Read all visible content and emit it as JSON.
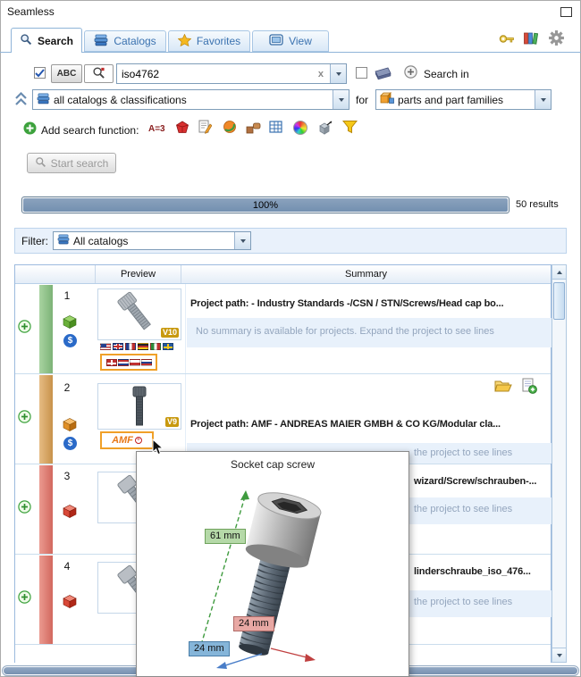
{
  "window": {
    "title": "Seamless"
  },
  "tabs": {
    "search": "Search",
    "catalogs": "Catalogs",
    "favorites": "Favorites",
    "view": "View"
  },
  "search": {
    "abc": "ABC",
    "query": "iso4762",
    "clear": "x",
    "search_in": "Search in"
  },
  "scopes": {
    "catalogs": "all catalogs & classifications",
    "for_label": "for",
    "parts": "parts and part families"
  },
  "functions": {
    "label": "Add search function:",
    "a3": "A=3"
  },
  "actions": {
    "start": "Start search"
  },
  "progress": {
    "percent": "100%",
    "results": "50 results"
  },
  "filter": {
    "label": "Filter:",
    "value": "All catalogs"
  },
  "table": {
    "preview": "Preview",
    "summary": "Summary"
  },
  "rows": [
    {
      "num": "1",
      "version": "V10",
      "badge": "$",
      "path": "Project path: - Industry Standards -/CSN / STN/Screws/Head cap bo...",
      "note": "No summary is available for projects. Expand the project to see lines"
    },
    {
      "num": "2",
      "version": "V9",
      "badge": "$",
      "logo": "AMF",
      "path": "Project path: AMF - ANDREAS MAIER GMBH & CO KG/Modular cla...",
      "note": "the project to see lines"
    },
    {
      "num": "3",
      "path": "wizard/Screw/schrauben-...",
      "note": "the project to see lines"
    },
    {
      "num": "4",
      "path": "linderschraube_iso_476...",
      "note": "the project to see lines"
    }
  ],
  "popup": {
    "title": "Socket cap screw",
    "dim_green": "61 mm",
    "dim_red": "24 mm",
    "dim_blue": "24 mm"
  },
  "icons": {
    "header": [
      "key-icon",
      "catalog-manager-icon",
      "settings-icon"
    ],
    "search_functions": [
      "text-search-icon",
      "geometry-search-icon",
      "sketch-search-icon",
      "topology-search-icon",
      "parts-search-icon",
      "table-search-icon",
      "color-search-icon",
      "compare-3d-icon",
      "filter-icon"
    ]
  },
  "colors": {
    "accent": "#3a72b0",
    "progress_fill": "#7e99ba",
    "row_bar_green": "#90bf8e",
    "row_bar_orange": "#d8a766",
    "row_bar_red": "#df7d72",
    "tag_green": "#b5d9a8",
    "tag_red": "#e8a8a4",
    "tag_blue": "#85b5d9"
  }
}
